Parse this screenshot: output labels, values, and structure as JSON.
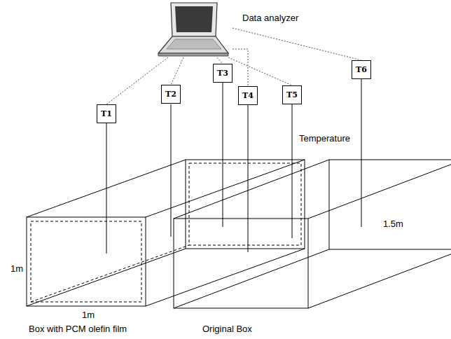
{
  "diagram": {
    "nodes": [
      {
        "text": [
          "Data analyzer"
        ]
      },
      {
        "text": [
          "T1"
        ]
      },
      {
        "text": [
          "T2"
        ]
      },
      {
        "text": [
          "T3"
        ]
      },
      {
        "text": [
          "T4"
        ]
      },
      {
        "text": [
          "T5"
        ]
      },
      {
        "text": [
          "T6"
        ]
      }
    ],
    "edges": [
      {
        "from": 0,
        "to": 1,
        "arrow": "none"
      },
      {
        "from": 0,
        "to": 2,
        "arrow": "none"
      },
      {
        "from": 0,
        "to": 3,
        "arrow": "none"
      },
      {
        "from": 0,
        "to": 4,
        "arrow": "none"
      },
      {
        "from": 0,
        "to": 5,
        "arrow": "none"
      },
      {
        "from": 0,
        "to": 6,
        "arrow": "none"
      }
    ],
    "labels": [
      "Temperature",
      "1m",
      "1m",
      "1.5m",
      "Box with PCM olefin film",
      "Original Box"
    ]
  }
}
